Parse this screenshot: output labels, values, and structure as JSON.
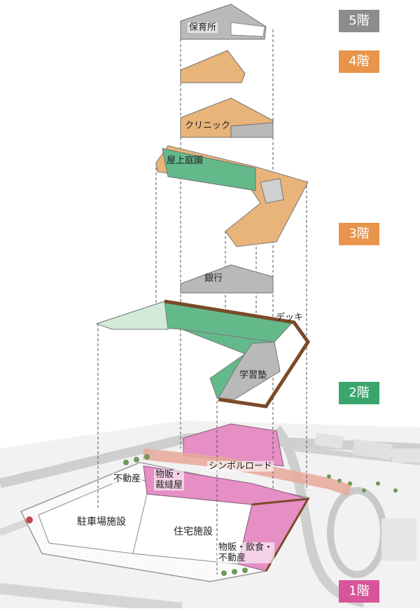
{
  "floors": {
    "f5": {
      "label": "5階",
      "color": "#8c8c8c"
    },
    "f4": {
      "label": "4階",
      "color": "#e8944a"
    },
    "f3": {
      "label": "3階",
      "color": "#e8944a"
    },
    "f2": {
      "label": "2階",
      "color": "#3aa66b"
    },
    "f1": {
      "label": "1階",
      "color": "#d8559a"
    }
  },
  "areas": {
    "nursery": "保育所",
    "clinic": "クリニック",
    "rooftop_garden": "屋上庭園",
    "bank": "銀行",
    "deck": "デッキ",
    "cram_school": "学習塾",
    "symbol_road": "シンボルロード",
    "real_estate": "不動産",
    "retail_tailor": "物販・\n裁縫屋",
    "parking": "駐車場施設",
    "residential": "住宅施設",
    "retail_food_realestate": "物販・飲食・\n不動産"
  },
  "colors": {
    "gray_zone": "#b9b9b9",
    "orange_zone": "#e8b47a",
    "green_zone": "#63b98a",
    "pink_zone": "#e58fc5",
    "deck_brown": "#7a4a2a"
  }
}
